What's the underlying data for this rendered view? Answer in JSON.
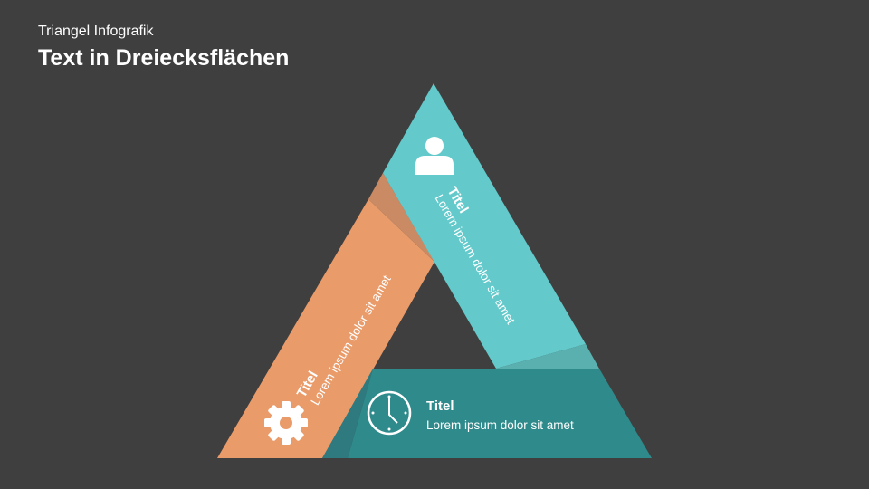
{
  "header": {
    "subtitle": "Triangel Infografik",
    "title": "Text in Dreiecksflächen"
  },
  "segments": [
    {
      "id": "right",
      "title": "Titel",
      "text": "Lorem ipsum dolor sit amet",
      "icon": "user-icon",
      "color": "#63C9CA"
    },
    {
      "id": "left",
      "title": "Titel",
      "text": "Lorem ipsum dolor sit amet",
      "icon": "gear-icon",
      "color": "#EA9B6A"
    },
    {
      "id": "bottom",
      "title": "Titel",
      "text": "Lorem ipsum dolor sit amet",
      "icon": "clock-icon",
      "color": "#2E8A8B"
    }
  ]
}
